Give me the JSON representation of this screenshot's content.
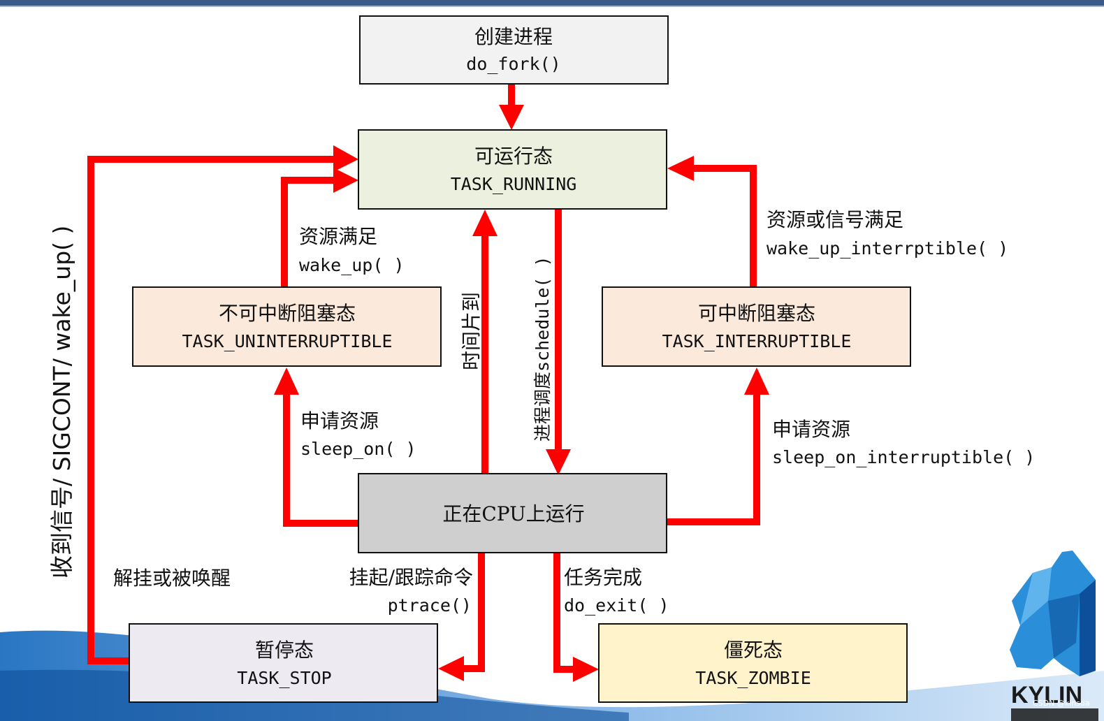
{
  "nodes": {
    "fork": {
      "title": "创建进程",
      "code": "do_fork()"
    },
    "running": {
      "title": "可运行态",
      "code": "TASK_RUNNING"
    },
    "uninterruptible": {
      "title": "不可中断阻塞态",
      "code": "TASK_UNINTERRUPTIBLE"
    },
    "interruptible": {
      "title": "可中断阻塞态",
      "code": "TASK_INTERRUPTIBLE"
    },
    "oncpu": {
      "title": "正在CPU上运行"
    },
    "stop": {
      "title": "暂停态",
      "code": "TASK_STOP"
    },
    "zombie": {
      "title": "僵死态",
      "code": "TASK_ZOMBIE"
    }
  },
  "labels": {
    "wake_up_text": "资源满足",
    "wake_up_code": "wake_up( )",
    "wake_up_int_text": "资源或信号满足",
    "wake_up_int_code": "wake_up_interrptible( )",
    "timeslice": "时间片到",
    "schedule": "进程调度schedule( )",
    "sleep_on_text": "申请资源",
    "sleep_on_code": "sleep_on( )",
    "sleep_on_int_text": "申请资源",
    "sleep_on_int_code": "sleep_on_interruptible( )",
    "signal_wakeup": "收到信号/ SIGCONT/ wake_up( )",
    "resume": "解挂或被唤醒",
    "ptrace_text": "挂起/跟踪命令",
    "ptrace_code": "ptrace()",
    "exit_text": "任务完成",
    "exit_code": "do_exit( )"
  },
  "logo": {
    "text": "KYLIN"
  },
  "watermark": "CSDN @kinsda",
  "colors": {
    "arrow": "#ff0000",
    "fork_fill": "#f2f2f2",
    "running_fill": "#ebf1de",
    "blocked_fill": "#fbe9dc",
    "oncpu_fill": "#cfcfcf",
    "stop_fill": "#eeeaf2",
    "zombie_fill": "#fff3cc",
    "top_bar": "#3c5a88"
  }
}
